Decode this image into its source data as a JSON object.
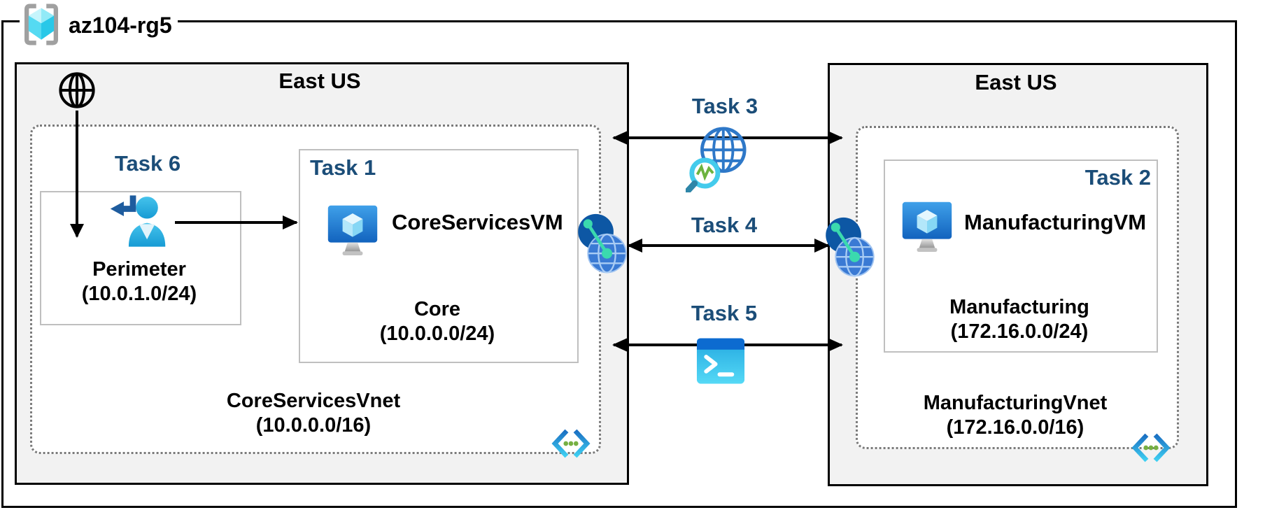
{
  "resource_group": {
    "name": "az104-rg5"
  },
  "left_region": {
    "title": "East US",
    "vnet_name": "CoreServicesVnet",
    "vnet_cidr": "(10.0.0.0/16)",
    "perimeter_subnet": {
      "task_label": "Task 6",
      "name": "Perimeter",
      "cidr": "(10.0.1.0/24)"
    },
    "core_subnet": {
      "task_label": "Task 1",
      "vm_name": "CoreServicesVM",
      "name": "Core",
      "cidr": "(10.0.0.0/24)"
    }
  },
  "right_region": {
    "title": "East US",
    "vnet_name": "ManufacturingVnet",
    "vnet_cidr": "(172.16.0.0/16)",
    "manufacturing_subnet": {
      "task_label": "Task 2",
      "vm_name": "ManufacturingVM",
      "name": "Manufacturing",
      "cidr": "(172.16.0.0/24)"
    }
  },
  "middle_tasks": {
    "task3_label": "Task 3",
    "task4_label": "Task 4",
    "task5_label": "Task 5"
  },
  "icons": {
    "resource_group": "resource-group-icon",
    "internet": "internet-globe-icon",
    "user": "user-signin-icon",
    "vm": "virtual-machine-icon",
    "peering": "vnet-peering-icon",
    "network_watcher": "network-watcher-magnifier-icon",
    "cloud_shell": "cloud-shell-terminal-icon",
    "virtual_network": "virtual-network-code-icon"
  },
  "colors": {
    "task_label_blue": "#1B4D78",
    "region_fill": "#F2F2F2",
    "region_border": "#000000",
    "vnet_dotted_border": "#7A7A7A",
    "subnet_box_border": "#BFBFBF",
    "arrow_black": "#000000",
    "azure_cyan": "#29C8E8",
    "azure_blue": "#1263BE",
    "teal_accent": "#3BD9AE",
    "green_dots": "#76B043"
  }
}
